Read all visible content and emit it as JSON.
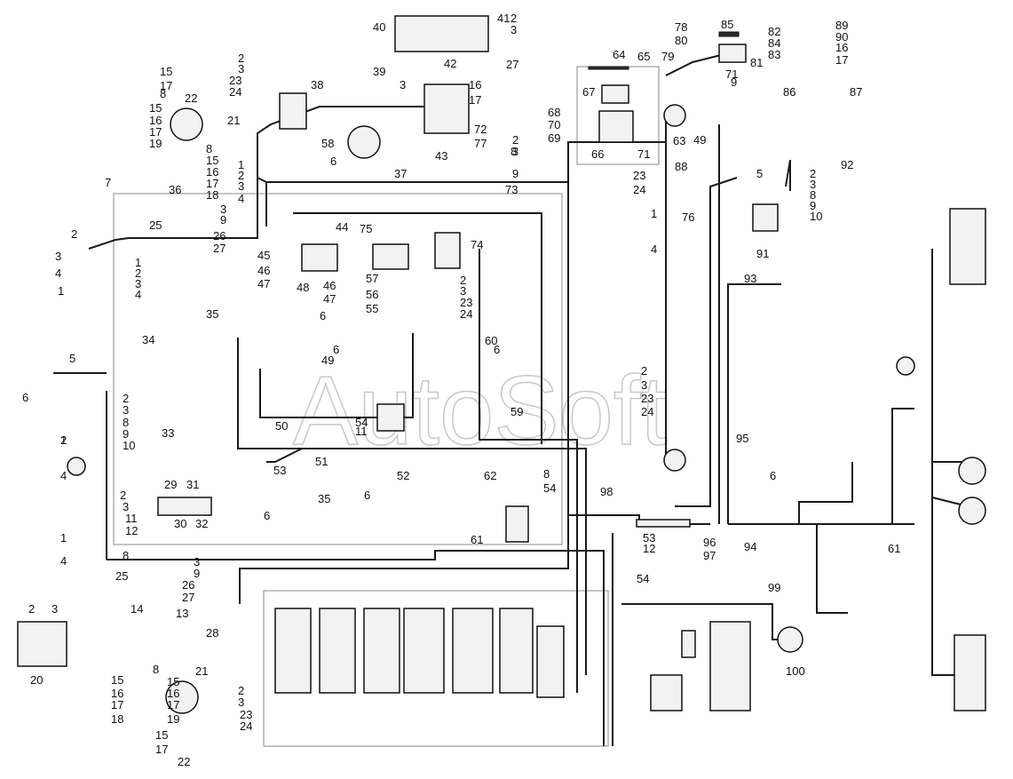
{
  "watermark": "AutoSoft",
  "labels": [
    "1",
    "2",
    "3",
    "4",
    "5",
    "6",
    "7",
    "8",
    "9",
    "10",
    "11",
    "12",
    "13",
    "14",
    "15",
    "16",
    "17",
    "18",
    "19",
    "20",
    "21",
    "22",
    "23",
    "24",
    "25",
    "26",
    "27",
    "28",
    "29",
    "30",
    "31",
    "32",
    "33",
    "34",
    "35",
    "36",
    "37",
    "38",
    "39",
    "40",
    "41",
    "42",
    "43",
    "44",
    "45",
    "46",
    "47",
    "48",
    "49",
    "50",
    "51",
    "52",
    "53",
    "54",
    "55",
    "56",
    "57",
    "58",
    "59",
    "60",
    "61",
    "62",
    "63",
    "64",
    "65",
    "66",
    "67",
    "68",
    "69",
    "70",
    "71",
    "72",
    "73",
    "74",
    "75",
    "76",
    "77",
    "78",
    "79",
    "80",
    "81",
    "82",
    "83",
    "84",
    "85",
    "86",
    "87",
    "88",
    "89",
    "90",
    "91",
    "92",
    "93",
    "94",
    "95",
    "96",
    "97",
    "98",
    "99",
    "100"
  ]
}
